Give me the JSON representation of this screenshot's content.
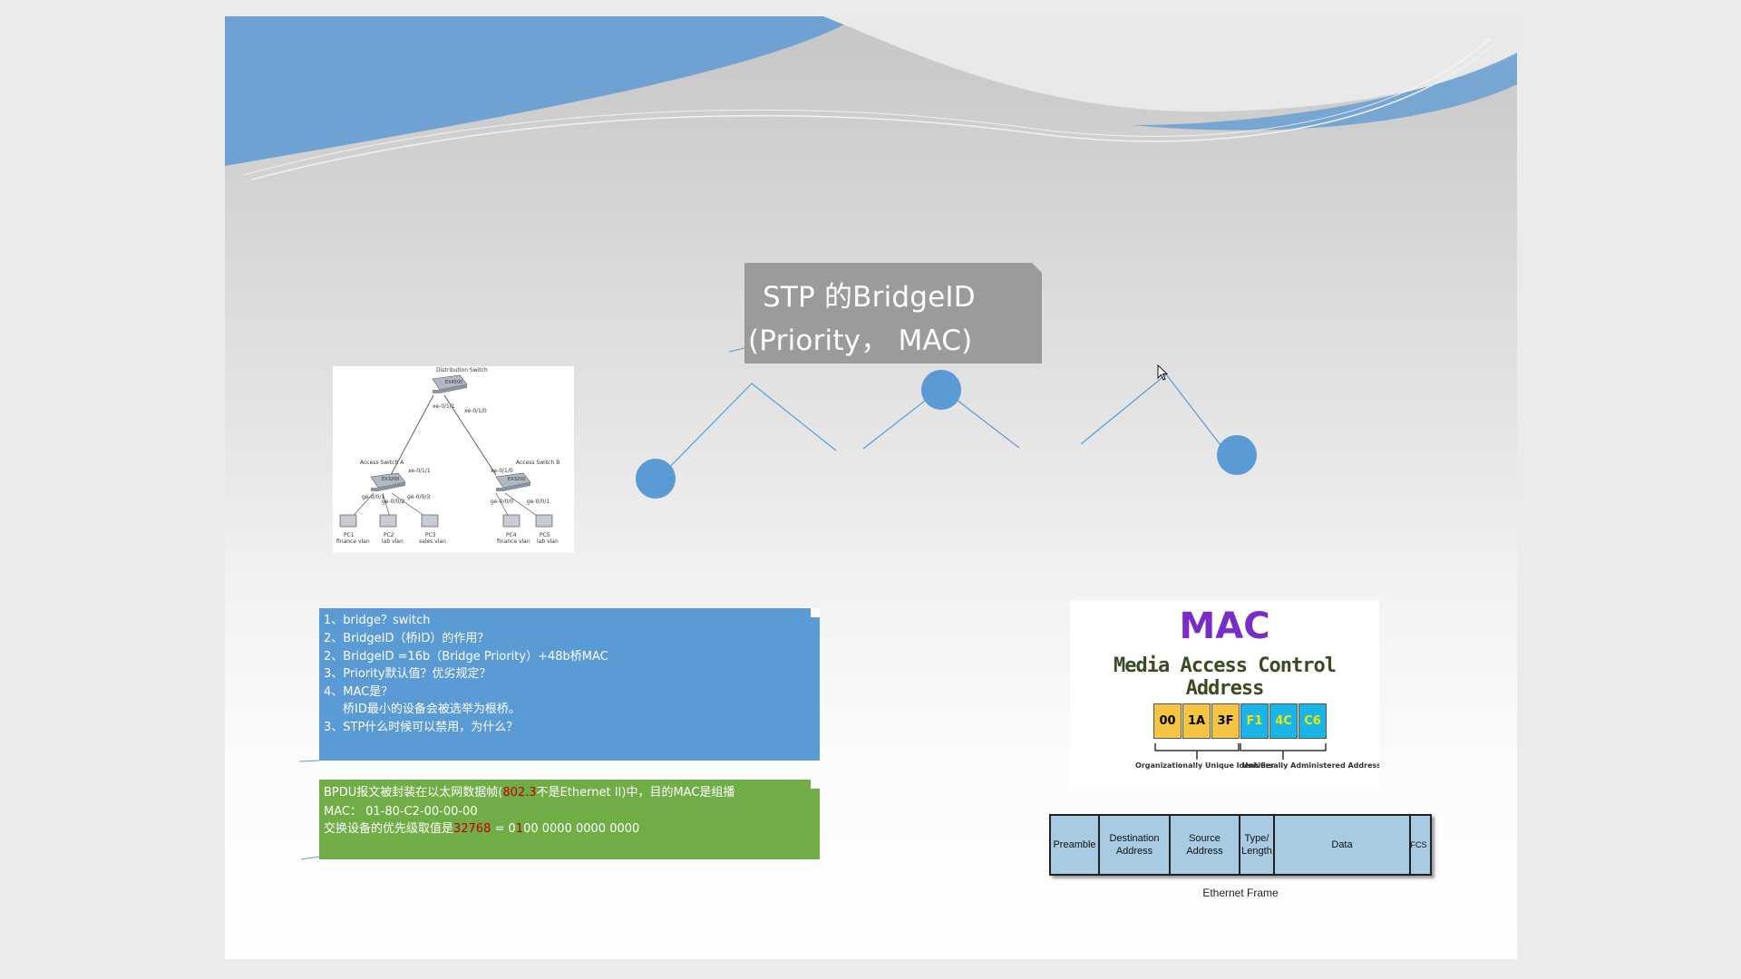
{
  "slide": {
    "title_lines": [
      "STP 的BridgeID",
      "(Priority， MAC)"
    ]
  },
  "topology": {
    "labels": [
      "Distribution Switch",
      "EX4500",
      "xe-0/1/1",
      "xe-0/1/0",
      "Access Switch A",
      "Access Switch B",
      "xe-0/1/1",
      "xe-0/1/0",
      "EX3200",
      "EX3200",
      "ge-0/0/1",
      "ge-0/0/2",
      "ge-0/0/3",
      "ge-0/0/0",
      "ge-0/0/1",
      "PC1",
      "finance vlan",
      "PC2",
      "lab vlan",
      "PC3",
      "sales vlan",
      "PC4",
      "finance vlan",
      "PC5",
      "lab vlan"
    ]
  },
  "notes": {
    "blue_lines": [
      "1、bridge？switch",
      "2、BridgeID（桥ID）的作用？",
      "2、BridgeID =16b（Bridge Priority）+48b桥MAC",
      "3、Priority默认值？优劣规定？",
      "4、MAC是？",
      "桥ID最小的设备会被选举为根桥。",
      "3、STP什么时候可以禁用，为什么？"
    ],
    "green": {
      "line1_a": "BPDU报文被封装在以太网数据帧(",
      "line1_red": "802.3",
      "line1_b": "不是Ethernet II)中，目的MAC是组播",
      "line2": "MAC：  01-80-C2-00-00-00",
      "line3_a": "交换设备的优先级取值是",
      "line3_red": "32768",
      "line3_b": " = 0",
      "line3_red2": "1",
      "line3_c": "00 0000 0000 0000"
    }
  },
  "mac_card": {
    "title": "MAC",
    "subtitle": "Media Access Control Address",
    "octets": [
      "00",
      "1A",
      "3F",
      "F1",
      "4C",
      "C6"
    ],
    "oui_label": "Organizationally Unique Identifier",
    "uaa_label": "Universally Administered Address",
    "colors": {
      "oui": "#f5c542",
      "uaa": "#19b5e8",
      "title": "#7a2cc9"
    }
  },
  "ethernet_frame": {
    "fields": [
      "Preamble",
      "Destination\nAddress",
      "Source\nAddress",
      "Type/\nLength",
      "Data",
      "FCS"
    ],
    "caption": "Ethernet Frame"
  },
  "colors": {
    "blue_note": "#5b9bd5",
    "green_note": "#70ad47",
    "title_box": "#9b9b9b",
    "node": "#5b9bd5"
  }
}
